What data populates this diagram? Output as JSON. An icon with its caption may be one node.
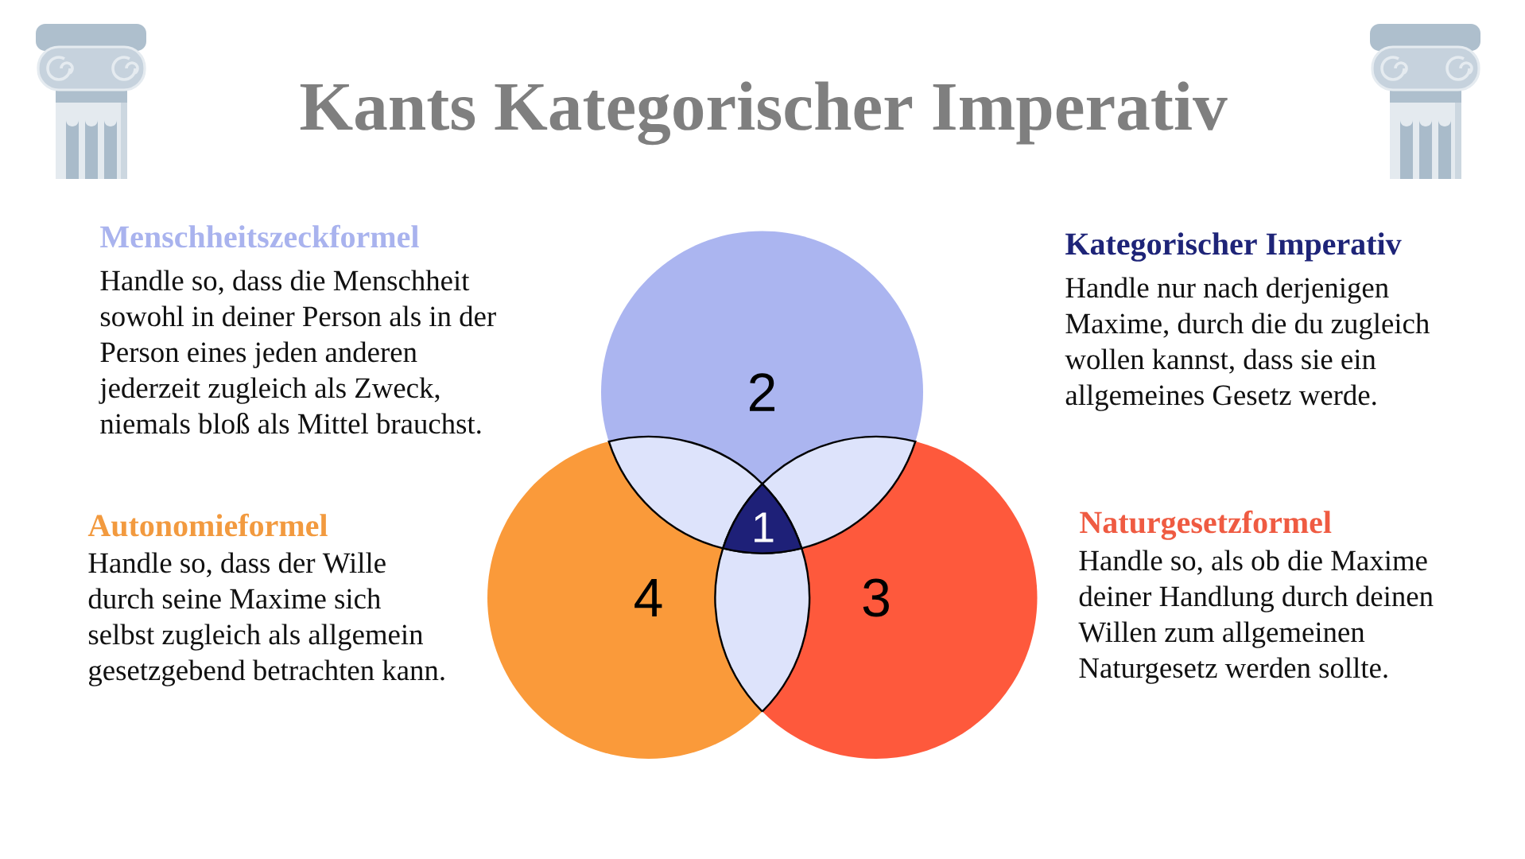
{
  "diagram": {
    "title": "Kants Kategorischer Imperativ",
    "nodes": [
      {
        "text": [
          "2"
        ]
      },
      {
        "text": [],
        "shape": "lens"
      },
      {
        "text": [],
        "shape": "lens"
      },
      {
        "text": [
          "1"
        ]
      },
      {
        "text": [
          "4"
        ]
      },
      {
        "text": [],
        "shape": "lens"
      },
      {
        "text": [
          "3"
        ]
      }
    ],
    "labels": [
      "Menschheitszeckformel",
      "Handle so, dass die Menschheit sowohl in deiner Person als in der Person eines jeden anderen jederzeit zugleich als Zweck, niemals bloß als Mittel brauchst.",
      "Kategorischer Imperativ",
      "Handle nur nach derjenigen Maxime, durch die du zugleich wollen kannst, dass sie ein allgemeines Gesetz werde.",
      "Autonomieformel",
      "Handle so, dass der Wille durch seine Maxime sich selbst zugleich als allgemein gesetzgebend betrachten kann.",
      "Naturgesetzformel",
      "Handle so, als ob die Maxime deiner Handlung durch deinen Willen zum allgemeinen Naturgesetz werden sollte."
    ]
  }
}
